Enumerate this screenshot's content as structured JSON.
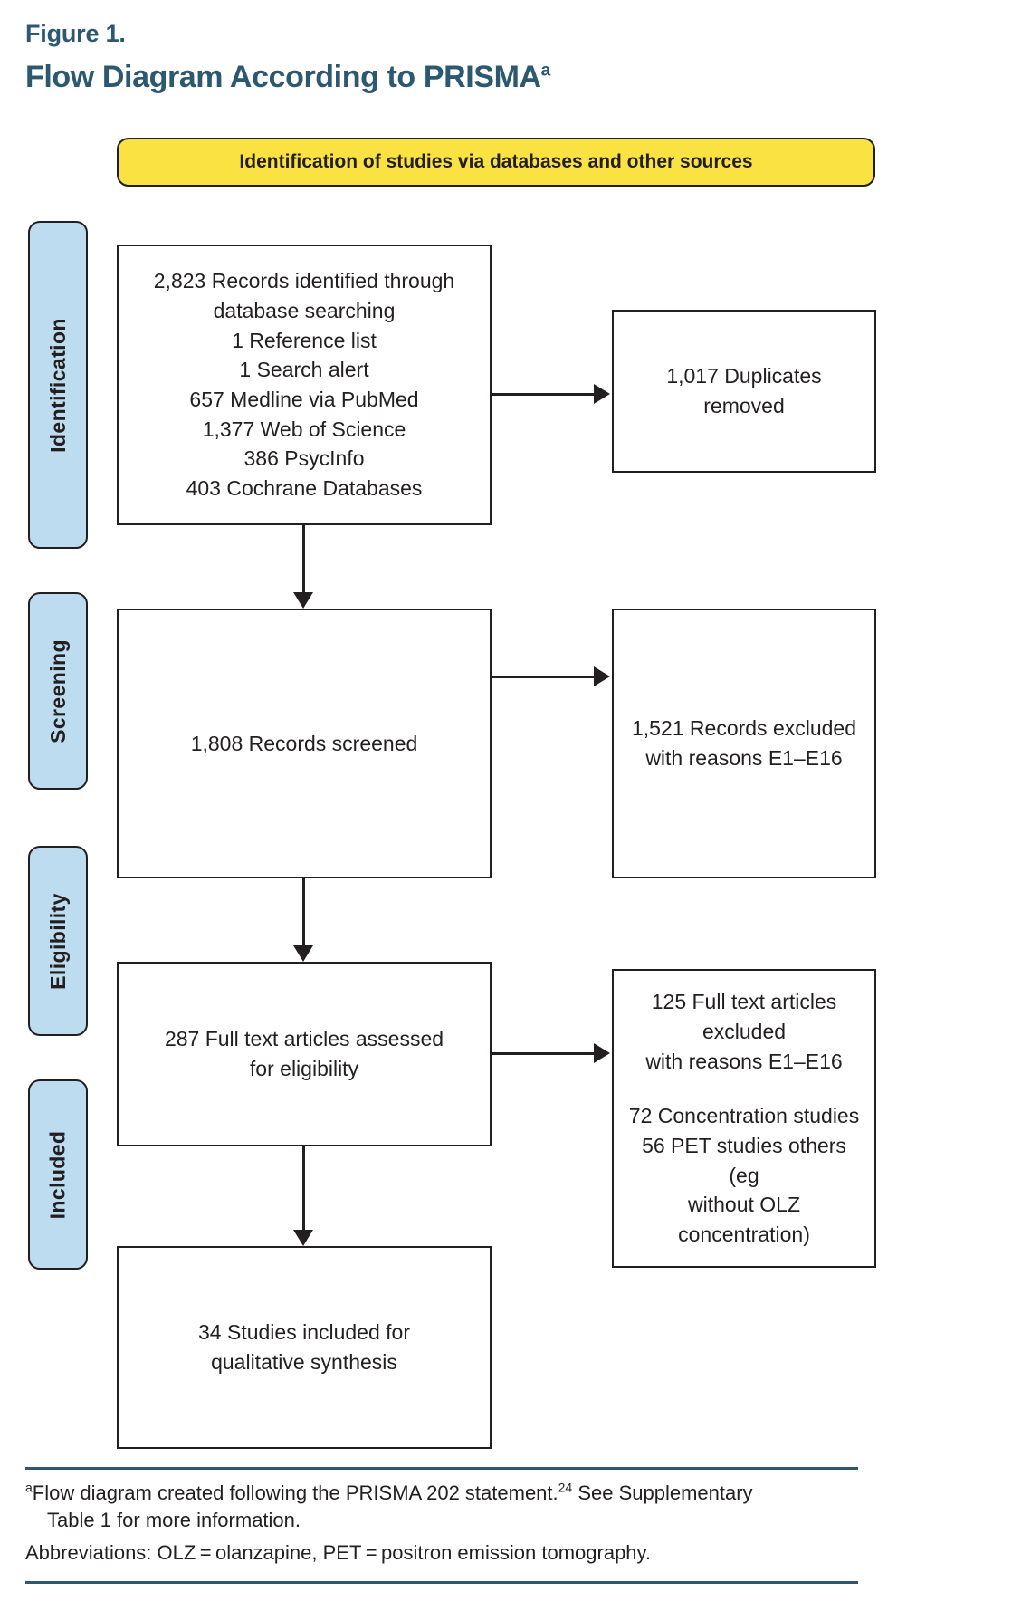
{
  "figure": {
    "label": "Figure 1.",
    "title": "Flow Diagram According to PRISMA",
    "title_superscript": "a",
    "title_color": "#2d5872"
  },
  "banner": {
    "text": "Identification of studies via databases and other sources",
    "fill_color": "#fae243",
    "border_color": "#231f20"
  },
  "stages": [
    {
      "label": "Identification",
      "fill_color": "#bedcf0"
    },
    {
      "label": "Screening",
      "fill_color": "#bedcf0"
    },
    {
      "label": "Eligibility",
      "fill_color": "#bedcf0"
    },
    {
      "label": "Included",
      "fill_color": "#bedcf0"
    }
  ],
  "boxes": {
    "identified": {
      "lines": [
        "2,823 Records identified through",
        "database searching",
        "1 Reference list",
        "1 Search alert",
        "657 Medline via PubMed",
        "1,377 Web of Science",
        "386 PsycInfo",
        "403 Cochrane Databases"
      ]
    },
    "duplicates": {
      "lines": [
        "1,017 Duplicates removed"
      ]
    },
    "screened": {
      "lines": [
        "1,808 Records screened"
      ]
    },
    "records_excluded": {
      "lines": [
        "1,521 Records excluded",
        "with reasons E1–E16"
      ]
    },
    "fulltext_assessed": {
      "lines": [
        "287 Full text articles assessed",
        "for eligibility"
      ]
    },
    "fulltext_excluded": {
      "lines": [
        "125 Full text articles excluded",
        "with reasons E1–E16"
      ],
      "detail_lines": [
        "72 Concentration studies",
        "56 PET studies others (eg",
        "without OLZ concentration)"
      ]
    },
    "included": {
      "lines": [
        "34 Studies included for",
        "qualitative synthesis"
      ]
    }
  },
  "footnotes": {
    "marker": "a",
    "note_line1": "Flow diagram created following the PRISMA 202 statement.",
    "note_ref": "24",
    "note_line1_cont": " See Supplementary",
    "note_line2": "Table 1 for more information.",
    "abbreviations": "Abbreviations: OLZ = olanzapine, PET = positron emission tomography."
  }
}
